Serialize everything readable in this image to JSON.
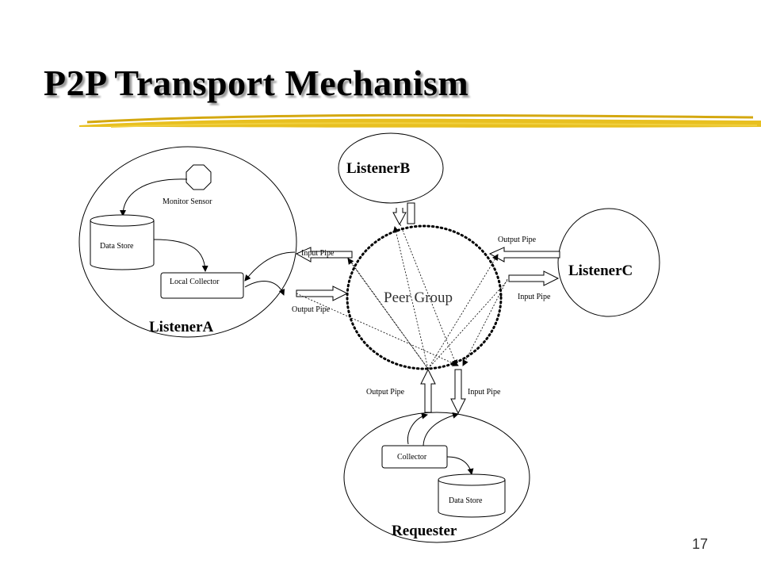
{
  "slide": {
    "title": "P2P Transport Mechanism",
    "page_number": "17"
  },
  "diagram": {
    "peer_group": "Peer Group",
    "listener_a": {
      "name": "ListenerA",
      "monitor_sensor": "Monitor Sensor",
      "data_store": "Data Store",
      "local_collector": "Local Collector",
      "input_pipe": "Input Pipe",
      "output_pipe": "Output Pipe"
    },
    "listener_b": {
      "name": "ListenerB"
    },
    "listener_c": {
      "name": "ListenerC",
      "output_pipe": "Output Pipe",
      "input_pipe": "Input Pipe"
    },
    "requester": {
      "name": "Requester",
      "collector": "Collector",
      "data_store": "Data Store",
      "output_pipe": "Output Pipe",
      "input_pipe": "Input Pipe"
    }
  },
  "colors": {
    "title_underline": "#e8c020",
    "stroke": "#000000",
    "peer_group_dots": "#000000"
  }
}
